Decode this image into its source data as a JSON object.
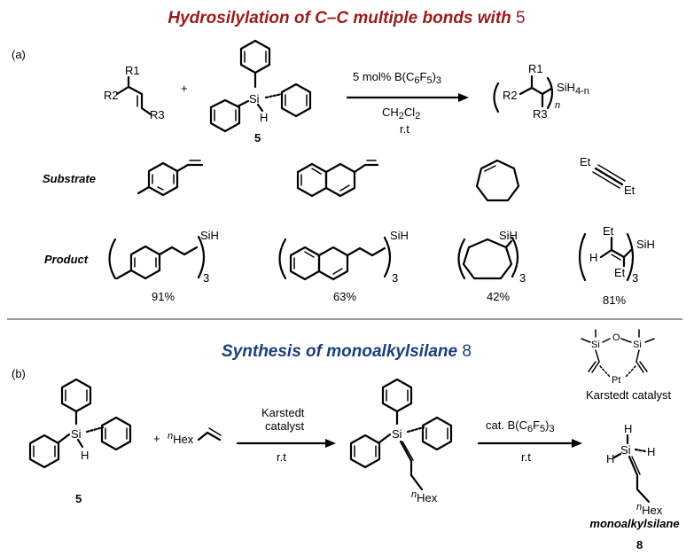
{
  "colors": {
    "title_a": "#9b1b1b",
    "title_b": "#1c3f7a",
    "divider": "#777777"
  },
  "part_a": {
    "title_text": "Hydrosilylation of C–C multiple bonds with",
    "title_num": "5",
    "label": "(a)",
    "plus": "+",
    "r1": "R1",
    "r2": "R2",
    "r3": "R3",
    "si": "Si",
    "h": "H",
    "cpd": "5",
    "cond_top_pre": "5 mol%  B(C",
    "cond_top_sub1": "6",
    "cond_top_mid": "F",
    "cond_top_sub2": "5",
    "cond_top_end": ")",
    "cond_top_sub3": "3",
    "solvent": "CH",
    "solvent_sub1": "2",
    "solvent_mid": "Cl",
    "solvent_sub2": "2",
    "temp": "r.t",
    "prod_sih": "SiH",
    "prod_sub": "4-n",
    "prod_n": "n",
    "substrate_label": "Substrate",
    "product_label": "Product",
    "et": "Et",
    "sih": "SiH",
    "three": "3",
    "yields": [
      "91%",
      "63%",
      "42%",
      "81%"
    ]
  },
  "part_b": {
    "title_text": "Synthesis of monoalkylsilane",
    "title_num": "8",
    "label": "(b)",
    "plus": "+",
    "hex": "Hex",
    "n": "n",
    "cond1_line1": "Karstedt",
    "cond1_line2": "catalyst",
    "temp": "r.t",
    "cond2": "cat. B(C",
    "cond2_sub1": "6",
    "cond2_mid": "F",
    "cond2_sub2": "5",
    "cond2_end": ")",
    "cond2_sub3": "3",
    "si": "Si",
    "h": "H",
    "o": "O",
    "pt": "Pt",
    "cpd5": "5",
    "karstedt_label": "Karstedt catalyst",
    "product_name": "monoalkylsilane",
    "cpd8": "8"
  }
}
